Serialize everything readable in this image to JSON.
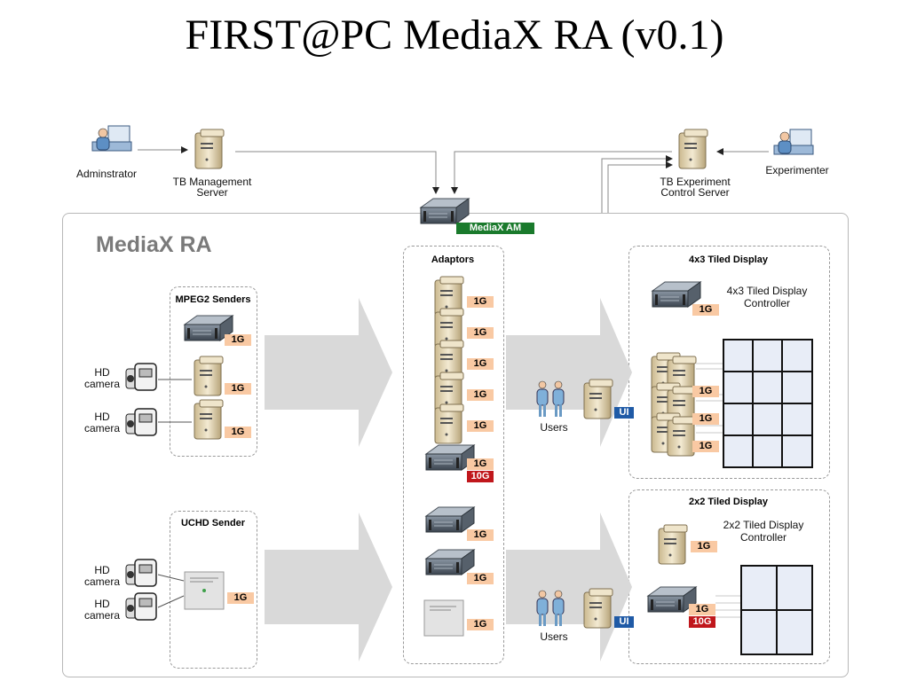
{
  "title": "FIRST@PC MediaX RA (v0.1)",
  "top": {
    "administrator": "Adminstrator",
    "tb_mgmt_line1": "TB Management",
    "tb_mgmt_line2": "Server",
    "tb_exp_line1": "TB Experiment",
    "tb_exp_line2": "Control Server",
    "experimenter": "Experimenter"
  },
  "ra_title": "MediaX RA",
  "mediax_am": "MediaX AM",
  "groups": {
    "mpeg2": "MPEG2 Senders",
    "uchd": "UCHD Sender",
    "adaptors": "Adaptors",
    "tiled43": "4x3 Tiled Display",
    "tiled22": "2x2 Tiled Display"
  },
  "labels": {
    "hd": "HD",
    "camera": "camera",
    "users": "Users",
    "ui": "UI",
    "ctrl43_line1": "4x3 Tiled Display",
    "ctrl43_line2": "Controller",
    "ctrl22_line1": "2x2 Tiled Display",
    "ctrl22_line2": "Controller",
    "g1": "1G",
    "g10": "10G"
  },
  "icon_names": [
    "server-tower-icon",
    "rack-server-icon",
    "video-camera-icon",
    "user-figure-icon",
    "workstation-icon",
    "tile-display-icon"
  ]
}
